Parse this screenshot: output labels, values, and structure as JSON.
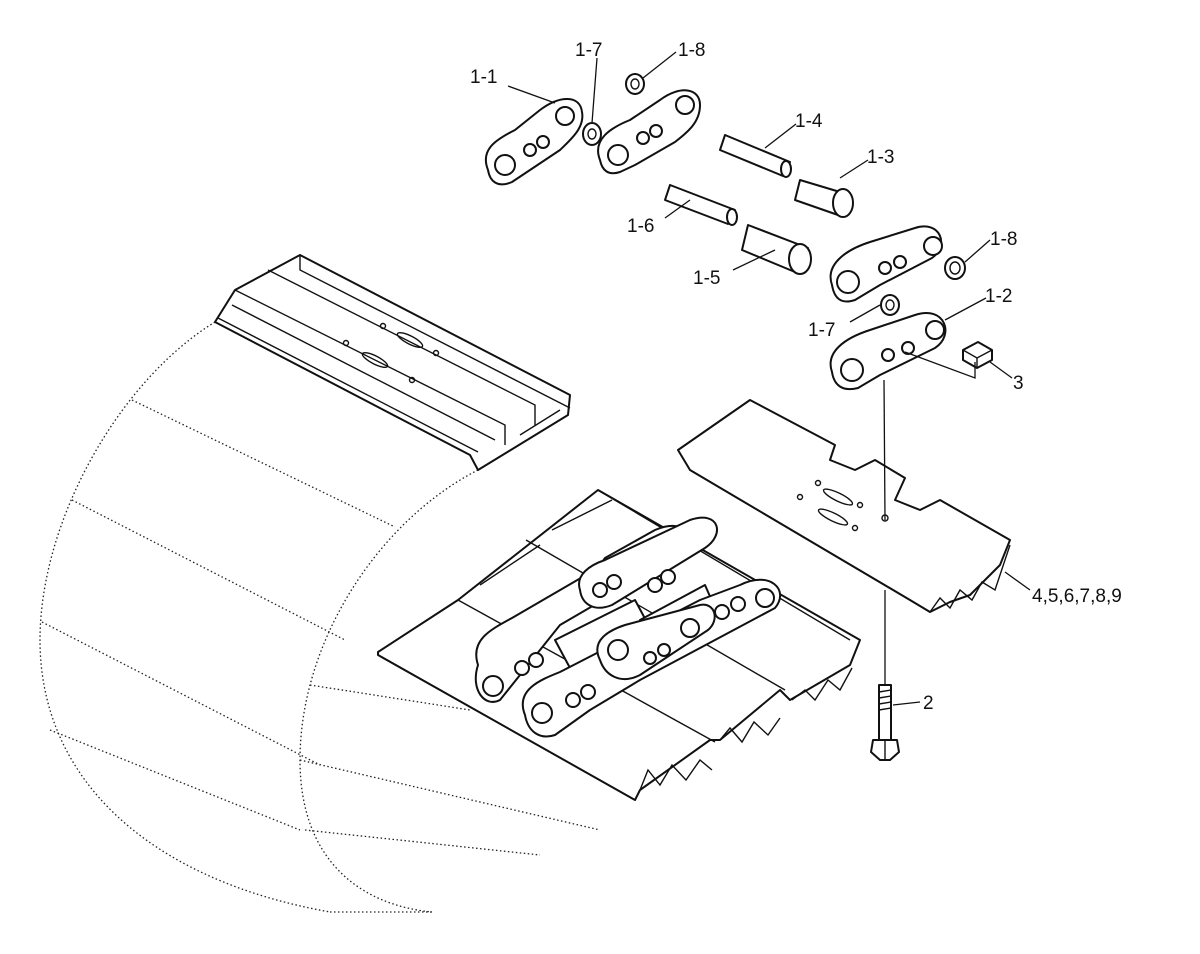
{
  "labels": {
    "p1_1": "1-1",
    "p1_7a": "1-7",
    "p1_8a": "1-8",
    "p1_4": "1-4",
    "p1_3": "1-3",
    "p1_6": "1-6",
    "p1_5": "1-5",
    "p1_8b": "1-8",
    "p1_2": "1-2",
    "p1_7b": "1-7",
    "p3": "3",
    "p4_9": "4,5,6,7,8,9",
    "p2": "2"
  },
  "colors": {
    "ink": "#111111",
    "background": "#ffffff"
  }
}
